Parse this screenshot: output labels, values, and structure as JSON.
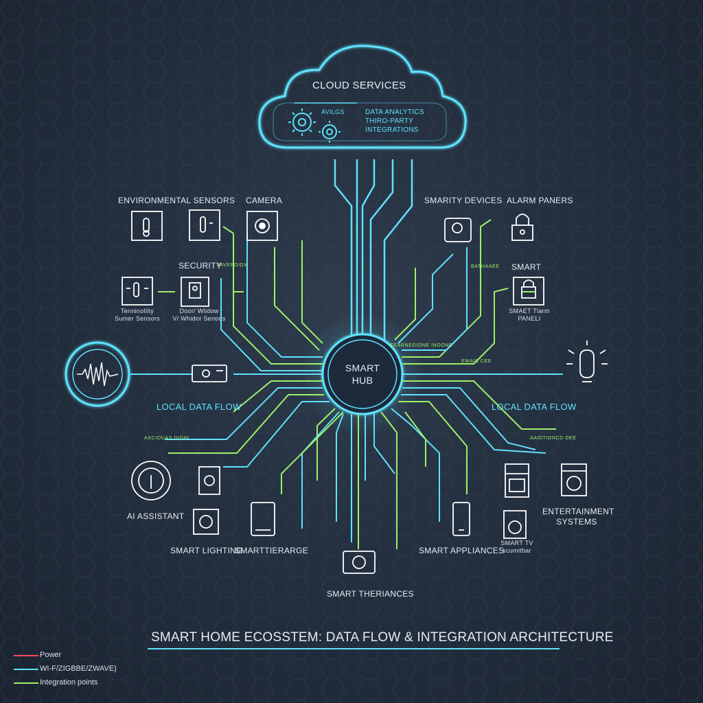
{
  "colors": {
    "cyan": "#5fe3ff",
    "green": "#9ff06a",
    "red": "#ff4d5a",
    "text": "#e6ecf2"
  },
  "cloud": {
    "title": "CLOUD SERVICES",
    "line1": "AVILGS",
    "line2": "DATA ANALYTICS",
    "line3": "THIRO-PARTY",
    "line4": "INTEGRATIONS"
  },
  "hub": {
    "line1": "SMART",
    "line2": "HUB"
  },
  "labels": {
    "environmental_sensors": "ENVIRONMENTAL SENSORS",
    "camera": "CAMERA",
    "security": "SECURITY",
    "temp_sensor": "Tenninollity\nSumer Sensors",
    "door_window": "Door/ Wlidow\nV/ Whidor Senoos",
    "security_devices": "SMARITY DEVICES",
    "alarm_panels": "ALARM PANERS",
    "smart": "SMART",
    "smart_alarm_panel": "SMAET Tlarm\nPANELI",
    "local_data_flow_left": "LOCAL DATA FLOW",
    "local_data_flow_right": "LOCAL DATA FLOW",
    "ai_assistant": "AI ASSISTANT",
    "smart_lighting": "SMART LIGHTING",
    "smart_therange": "SMARTTIERARGE",
    "smart_theriances": "SMART THERIANCES",
    "smart_appliances": "SMART APPLIANCES",
    "smart_tv": "SMART TV\nscumitbar",
    "entertainment": "ENTERTAINMENT\nSYSTEMS"
  },
  "tiny_labels": {
    "t1": "JAVEROIDX",
    "t2": "BATHAAEE",
    "t3": "EEARNEOIDNE INOONE",
    "t4": "EWAIS CEE",
    "t5": "ASCIOUAS DIDIN",
    "t6": "AAIDTIDNCD DEE"
  },
  "footer": {
    "title": "SMART HOME ECOSSTEM: DATA FLOW & INTEGRATION ARCHITECTURE"
  },
  "legend": [
    {
      "label": "Power",
      "color": "#ff4d5a"
    },
    {
      "label": "WI-F/ZIGBBE/ZWAVE)",
      "color": "#5fe3ff"
    },
    {
      "label": "Integration points",
      "color": "#9ff06a"
    }
  ]
}
